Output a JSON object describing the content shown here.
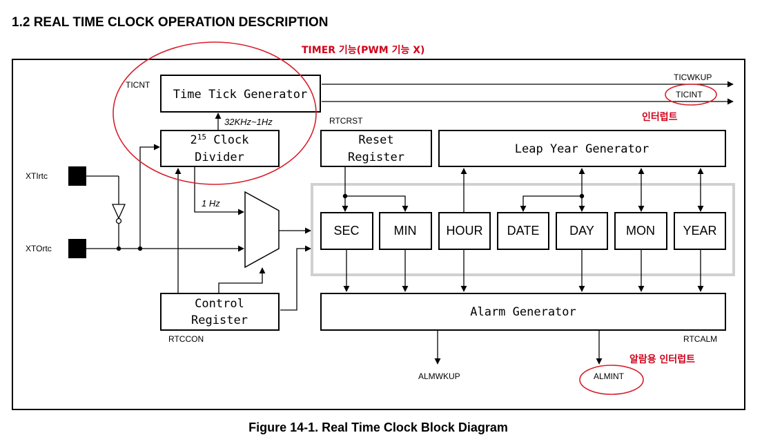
{
  "section_title": "1.2 REAL TIME CLOCK OPERATION DESCRIPTION",
  "figure_caption": "Figure 14-1. Real Time Clock Block Diagram",
  "annotation_colors": {
    "red": "#d81e2a"
  },
  "annotations": {
    "timer_note": "TIMER 기능(PWM 기능 X)",
    "ticint_note": "인터럽트",
    "almint_note": "알람용 인터럽트"
  },
  "blocks": {
    "time_tick_generator": "Time Tick Generator",
    "clock_divider_base": "2",
    "clock_divider_exp": "15",
    "clock_divider_line1_rest": " Clock",
    "clock_divider_line2": "Divider",
    "reset_register_line1": "Reset",
    "reset_register_line2": "Register",
    "leap_year_generator": "Leap Year Generator",
    "control_register_line1": "Control",
    "control_register_line2": "Register",
    "alarm_generator": "Alarm Generator"
  },
  "time_registers": [
    "SEC",
    "MIN",
    "HOUR",
    "DATE",
    "DAY",
    "MON",
    "YEAR"
  ],
  "signals": {
    "ticnt": "TICNT",
    "rtcrst": "RTCRST",
    "rtccon": "RTCCON",
    "rtcalm": "RTCALM",
    "ticwkup": "TICWKUP",
    "ticint": "TICINT",
    "almwkup": "ALMWKUP",
    "almint": "ALMINT",
    "xtirtc": "XTIrtc",
    "xtortc": "XTOrtc",
    "freq_range": "32KHz~1Hz",
    "one_hz": "1 Hz"
  }
}
